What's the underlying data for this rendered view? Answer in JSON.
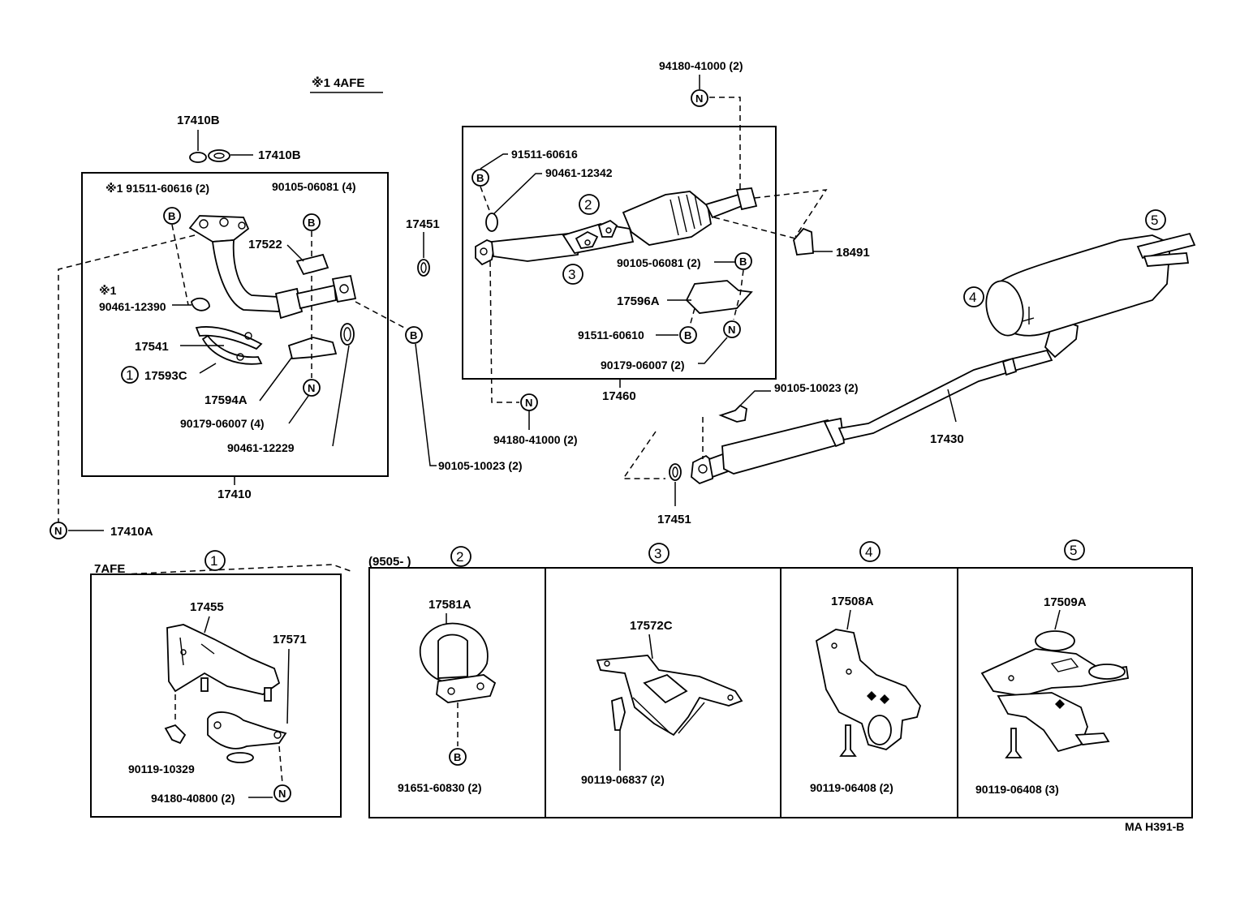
{
  "header": {
    "engine_note": "※1 4AFE"
  },
  "parts": {
    "p17410B_top": "17410B",
    "p17410B_side": "17410B",
    "p91511_60616_2_note": "※1 91511-60616 (2)",
    "p90105_06081_4": "90105-06081 (4)",
    "p17522": "17522",
    "p90461_12390_note": "※1",
    "p90461_12390": "90461-12390",
    "p17541": "17541",
    "p17593C": "17593C",
    "p17594A": "17594A",
    "p90179_06007_4": "90179-06007 (4)",
    "p90461_12229": "90461-12229",
    "p17410": "17410",
    "p17410A": "17410A",
    "p17451_top": "17451",
    "p90105_10023_left": "90105-10023 (2)",
    "p91511_60616": "91511-60616",
    "p90461_12342": "90461-12342",
    "p94180_41000_top": "94180-41000 (2)",
    "p18491": "18491",
    "p90105_06081_2": "90105-06081 (2)",
    "p17596A": "17596A",
    "p91511_60610": "91511-60610",
    "p90179_06007_2": "90179-06007 (2)",
    "p17460": "17460",
    "p94180_41000_bottom": "94180-41000 (2)",
    "p90105_10023_right": "90105-10023 (2)",
    "p17430": "17430",
    "p17451_bottom": "17451",
    "detail1_note": "7AFE",
    "p17455": "17455",
    "p17571": "17571",
    "p90119_10329": "90119-10329",
    "p94180_40800": "94180-40800 (2)",
    "detail2_note": "(9505-       )",
    "p17581A": "17581A",
    "p91651_60830": "91651-60830 (2)",
    "p17572C": "17572C",
    "p90119_06837": "90119-06837 (2)",
    "p17508A": "17508A",
    "p90119_06408_2": "90119-06408 (2)",
    "p17509A": "17509A",
    "p90119_06408_3": "90119-06408 (3)"
  },
  "symbols": {
    "b": "B",
    "n": "N",
    "c1": "1",
    "c2": "2",
    "c3": "3",
    "c4": "4",
    "c5": "5"
  },
  "footer": {
    "drawing_id": "MA H391-B"
  }
}
